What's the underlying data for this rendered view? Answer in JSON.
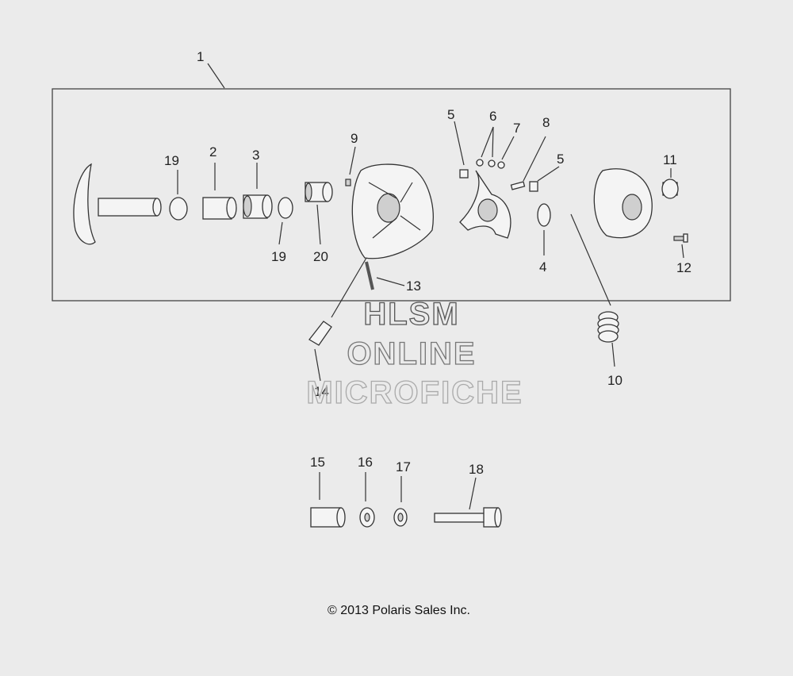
{
  "callouts": {
    "c1": "1",
    "c2": "2",
    "c3": "3",
    "c4": "4",
    "c5a": "5",
    "c5b": "5",
    "c6": "6",
    "c7": "7",
    "c8": "8",
    "c9": "9",
    "c10": "10",
    "c11": "11",
    "c12": "12",
    "c13": "13",
    "c14": "14",
    "c15": "15",
    "c16": "16",
    "c17": "17",
    "c18": "18",
    "c19a": "19",
    "c19b": "19",
    "c20": "20"
  },
  "watermark": {
    "line1": "HLSM",
    "line2": "ONLINE",
    "line3": "MICROFICHE"
  },
  "copyright": "© 2013 Polaris Sales Inc.",
  "colors": {
    "background": "#ebebeb",
    "line": "#333333"
  }
}
